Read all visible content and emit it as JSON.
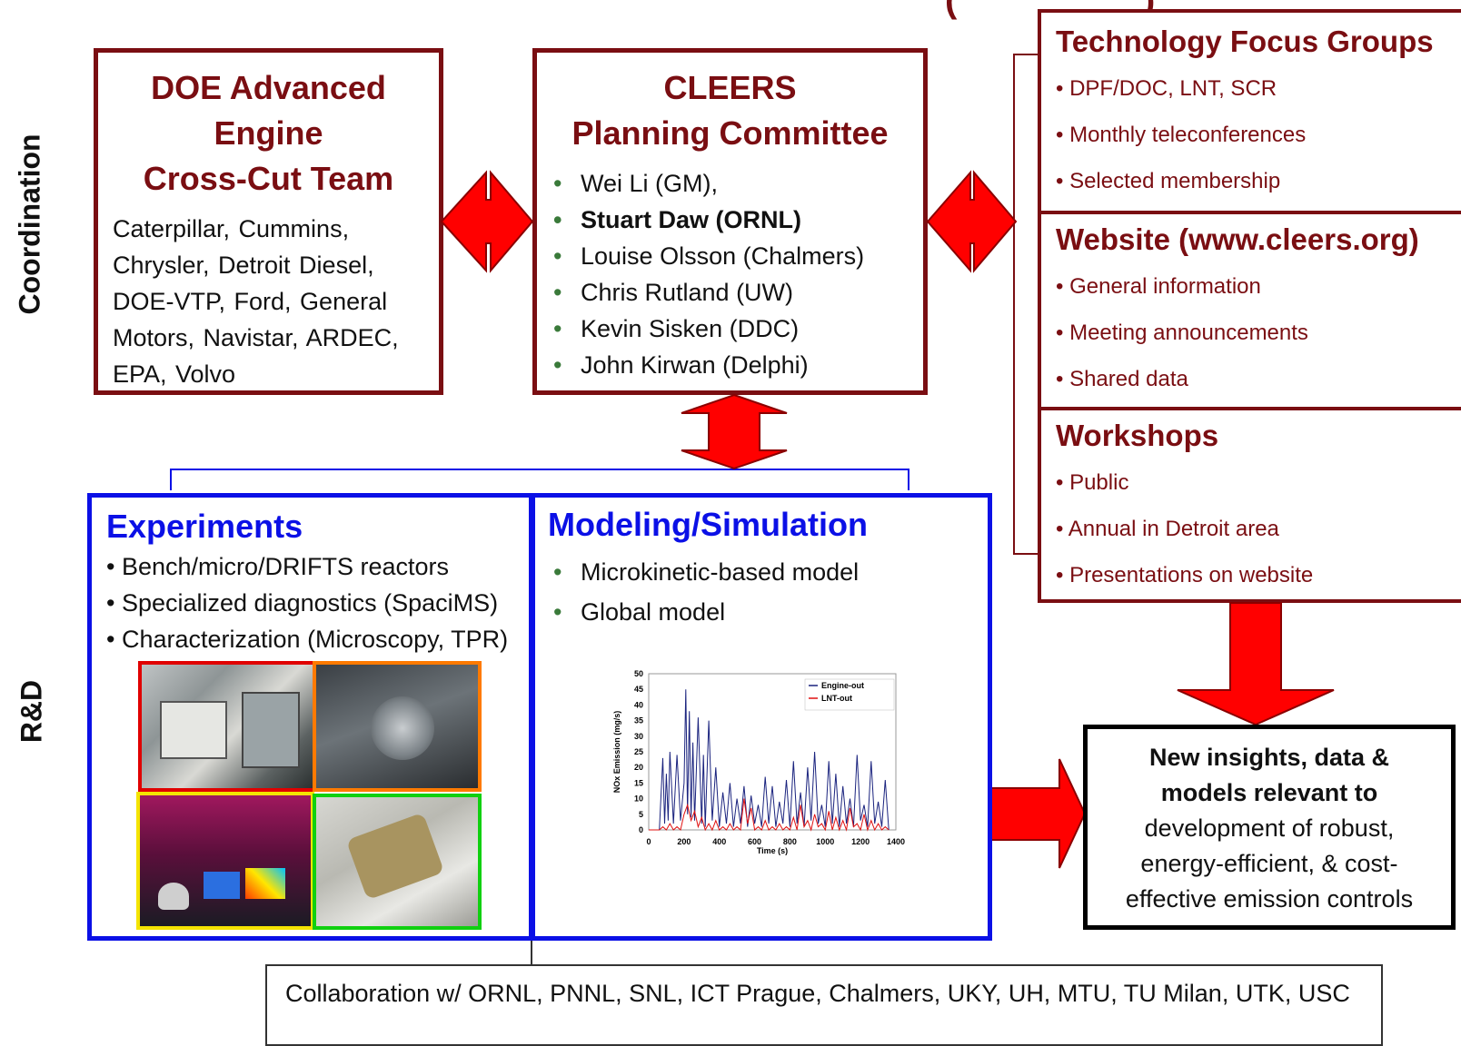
{
  "side_labels": {
    "coordination": "Coordination",
    "rd": "R&D"
  },
  "header_partial": "(",
  "doe_team": {
    "title_lines": [
      "DOE Advanced",
      "Engine",
      "Cross-Cut Team"
    ],
    "members": "Caterpillar, Cummins, Chrysler, Detroit Diesel, DOE-VTP, Ford, General Motors, Navistar, ARDEC, EPA, Volvo"
  },
  "planning": {
    "title_lines": [
      "CLEERS",
      "Planning Committee"
    ],
    "members": [
      "Wei Li (GM),",
      "Stuart Daw (ORNL)",
      "Louise Olsson (Chalmers)",
      "Chris Rutland (UW)",
      "Kevin Sisken (DDC)",
      "John Kirwan (Delphi)"
    ]
  },
  "focus_groups": {
    "title": "Technology Focus Groups",
    "items": [
      "DPF/DOC, LNT, SCR",
      "Monthly teleconferences",
      "Selected membership"
    ]
  },
  "website": {
    "title": "Website (www.cleers.org)",
    "items": [
      "General information",
      "Meeting announcements",
      "Shared data"
    ]
  },
  "workshops": {
    "title": "Workshops",
    "items": [
      "Public",
      "Annual in Detroit area",
      "Presentations on website"
    ]
  },
  "experiments": {
    "title": "Experiments",
    "items": [
      "Bench/micro/DRIFTS reactors",
      "Specialized diagnostics (SpaciMS)",
      "Characterization (Microscopy, TPR)"
    ]
  },
  "modeling": {
    "title": "Modeling/Simulation",
    "items": [
      "Microkinetic-based model",
      "Global model"
    ]
  },
  "insights": {
    "bold_lines": [
      "New insights, data &",
      "models relevant to"
    ],
    "normal_lines": [
      "development of robust,",
      "energy-efficient, & cost-",
      "effective emission controls"
    ]
  },
  "collaboration": "Collaboration  w/ ORNL, PNNL, SNL, ICT Prague, Chalmers, UKY, UH, MTU, TU Milan, UTK, USC",
  "chart_data": {
    "type": "line",
    "xlabel": "Time (s)",
    "ylabel": "NOx Emission (mg/s)",
    "xlim": [
      0,
      1400
    ],
    "ylim": [
      0,
      50
    ],
    "x_ticks": [
      "0",
      "200",
      "400",
      "600",
      "800",
      "1000",
      "1200",
      "1400"
    ],
    "y_ticks": [
      "0",
      "5",
      "10",
      "15",
      "20",
      "25",
      "30",
      "35",
      "40",
      "45",
      "50"
    ],
    "legend_position": "top-right",
    "series": [
      {
        "name": "Engine-out",
        "color": "#1a237e",
        "x": [
          0,
          60,
          80,
          90,
          100,
          110,
          120,
          140,
          160,
          180,
          200,
          210,
          220,
          230,
          240,
          250,
          260,
          280,
          300,
          310,
          320,
          340,
          360,
          380,
          400,
          420,
          440,
          460,
          480,
          500,
          520,
          540,
          560,
          580,
          600,
          620,
          640,
          660,
          680,
          700,
          720,
          740,
          760,
          780,
          800,
          820,
          840,
          860,
          880,
          900,
          920,
          940,
          960,
          980,
          1000,
          1020,
          1040,
          1060,
          1080,
          1100,
          1120,
          1140,
          1160,
          1180,
          1200,
          1220,
          1240,
          1260,
          1280,
          1300,
          1320,
          1340,
          1360
        ],
        "y": [
          0,
          0,
          23,
          2,
          18,
          3,
          25,
          2,
          24,
          3,
          15,
          45,
          5,
          38,
          4,
          28,
          3,
          36,
          2,
          24,
          1,
          35,
          3,
          20,
          1,
          12,
          2,
          15,
          1,
          10,
          2,
          14,
          1,
          11,
          2,
          8,
          1,
          17,
          2,
          14,
          1,
          9,
          2,
          16,
          1,
          22,
          2,
          12,
          1,
          20,
          3,
          25,
          2,
          8,
          1,
          22,
          2,
          18,
          1,
          14,
          2,
          10,
          1,
          24,
          3,
          8,
          1,
          22,
          2,
          9,
          1,
          16,
          0
        ]
      },
      {
        "name": "LNT-out",
        "color": "#e01010",
        "x": [
          0,
          60,
          80,
          100,
          120,
          140,
          160,
          180,
          200,
          220,
          240,
          260,
          280,
          300,
          320,
          340,
          360,
          380,
          400,
          420,
          440,
          460,
          480,
          500,
          520,
          540,
          560,
          580,
          600,
          620,
          640,
          660,
          680,
          700,
          720,
          740,
          760,
          780,
          800,
          820,
          840,
          860,
          880,
          900,
          920,
          940,
          960,
          980,
          1000,
          1020,
          1040,
          1060,
          1080,
          1100,
          1120,
          1140,
          1160,
          1180,
          1200,
          1220,
          1240,
          1260,
          1280,
          1300,
          1320,
          1340,
          1360
        ],
        "y": [
          0,
          0,
          1,
          0,
          2,
          0,
          1,
          0,
          5,
          8,
          3,
          6,
          1,
          4,
          0,
          2,
          0,
          3,
          0,
          1,
          0,
          2,
          0,
          1,
          0,
          10,
          2,
          7,
          0,
          1,
          0,
          3,
          0,
          1,
          0,
          2,
          0,
          1,
          0,
          4,
          0,
          8,
          1,
          3,
          0,
          5,
          1,
          2,
          0,
          6,
          0,
          4,
          0,
          3,
          0,
          7,
          1,
          2,
          0,
          5,
          0,
          3,
          0,
          2,
          0,
          1,
          0
        ]
      }
    ]
  }
}
